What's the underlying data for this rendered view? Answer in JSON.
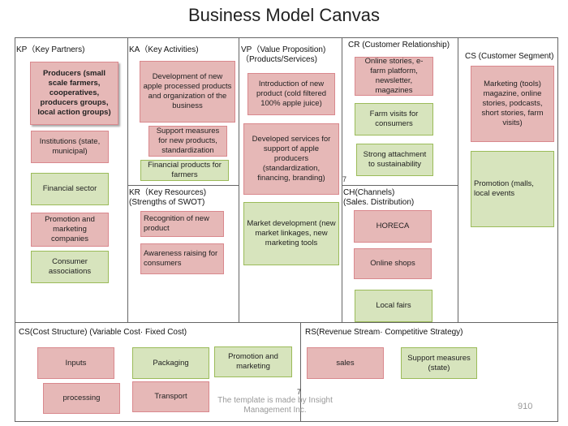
{
  "title": "Business Model Canvas",
  "sections": {
    "kp": "KP（Key Partners)",
    "ka": "KA（Key Activities)",
    "kr": "KR（Key Resources)\n(Strengths of SWOT)",
    "vp": "VP（Value Proposition)\n（Products/Services)",
    "cr": "CR (Customer Relationship)",
    "ch": "CH(Channels)\n(Sales. Distribution)",
    "cs": "CS (Customer Segment)",
    "cost": "CS(Cost Structure) (Variable Cost· Fixed Cost)",
    "rs": "RS(Revenue Stream· Competitive Strategy)"
  },
  "kp_items": [
    "Producers (small scale farmers, cooperatives, producers groups, local action groups)",
    "Institutions (state, municipal)",
    "Financial sector",
    "Promotion and marketing companies",
    "Consumer associations"
  ],
  "ka_items": [
    "Development of new apple processed products and organization of the business",
    "Support measures for new products, standardization",
    "Financial products for farmers"
  ],
  "kr_items": [
    "Recognition of new product",
    "Awareness raising for consumers"
  ],
  "vp_items": [
    "Introduction of new product (cold filtered 100% apple juice)",
    "Developed services for support of apple producers (standardization, financing, branding)",
    "Market development (new market linkages, new marketing tools"
  ],
  "cr_items": [
    "Online stories, e-farm platform, newsletter, magazines",
    "Farm visits for consumers",
    "Strong attachment to sustainability"
  ],
  "ch_items": [
    "HORECA",
    "Online shops",
    "Local fairs"
  ],
  "cs_items": [
    "Marketing (tools) magazine, online stories, podcasts, short stories, farm visits)",
    "Promotion (malls, local events"
  ],
  "cost_items": [
    "Inputs",
    "Packaging",
    "Promotion and marketing",
    "processing",
    "Transport"
  ],
  "rs_items": [
    "sales",
    "Support measures (state)"
  ],
  "markers": [
    "7",
    "7"
  ],
  "footer": "The template is made by Insight Management Inc.",
  "page_number": "910",
  "colors": {
    "pink_fill": "#e6b8b7",
    "green_fill": "#d7e4bd",
    "grid_line": "#666666"
  }
}
